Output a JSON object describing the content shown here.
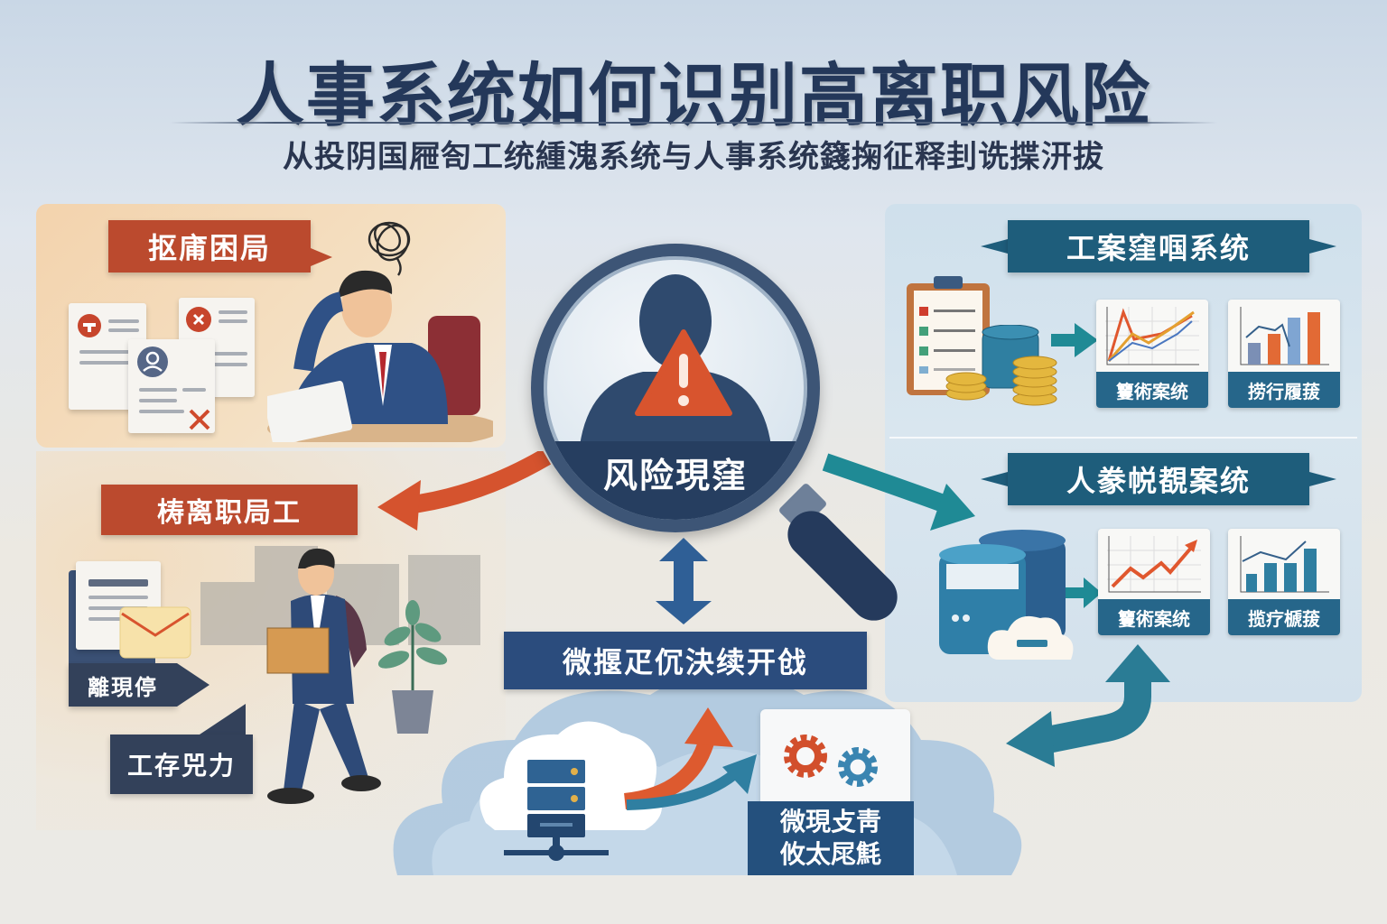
{
  "header": {
    "title": "人事系统如何识别高离职风险",
    "subtitle": "从投阴国屜匌工统緟溾系统与人事系统籛掬征释刲诜揲汧拔"
  },
  "left_panel": {
    "top_banner": "抠庯困局",
    "middle_banner": "梼离职局工",
    "callout_1": "離現停",
    "callout_2": "工存兕力"
  },
  "center": {
    "magnifier_label": "风险現窪",
    "bottom_banner": "微揠疋伔決续开戗",
    "bottom_box_line1": "微現攴靑",
    "bottom_box_line2": "攸太㞑㲬"
  },
  "right_panel": {
    "top_section": {
      "banner": "工案窪啯系统",
      "card_1_label": "籰術案统",
      "card_2_label": "捞行履菝"
    },
    "bottom_section": {
      "banner": "人豢帨覩案统",
      "card_1_label": "籰術案统",
      "card_2_label": "揽疗榹菝"
    }
  },
  "colors": {
    "title": "#24385a",
    "accent_red": "#bb4a2e",
    "accent_orange": "#e0572e",
    "teal": "#1e5d7b",
    "navy": "#2b4c7d",
    "dark_slate": "#33415a"
  },
  "icons": [
    "warning-triangle-icon",
    "person-silhouette-icon",
    "magnifier-icon",
    "document-icon",
    "envelope-icon",
    "clipboard-icon",
    "database-icon",
    "coins-icon",
    "line-chart-icon",
    "bar-chart-icon",
    "cloud-icon",
    "server-icon",
    "gear-icon",
    "tangle-icon",
    "arrow-icon"
  ]
}
